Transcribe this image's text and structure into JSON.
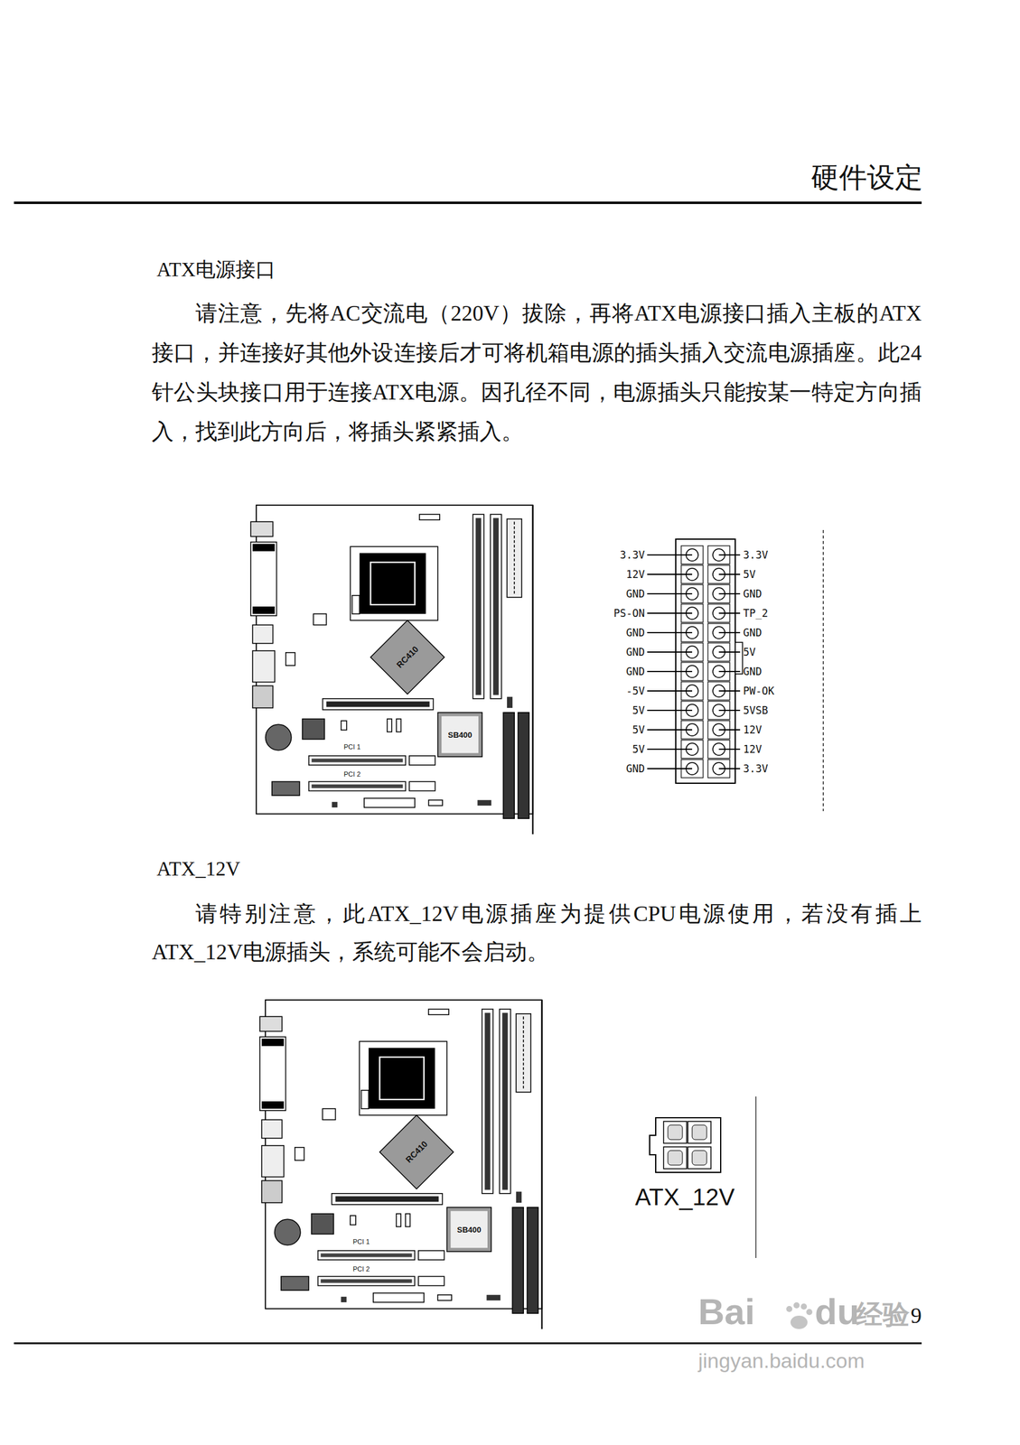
{
  "diagram": {
    "labels": [
      "硬件设定",
      "ATX电源接口",
      "请注意，先将AC交流电（220V）拔除，再将ATX电源接口插入主板的ATX接口，并连接好其他外设连接后才可将机箱电源的插头插入交流电源插座。此24针公头块接口用于连接ATX电源。因孔径不同，电源插头只能按某一特定方向插入，找到此方向后，将插头紧紧插入。",
      "RC410",
      "SB400",
      "PCI 1",
      "PCI 2",
      "3.3V",
      "12V",
      "GND",
      "PS-ON",
      "GND",
      "GND",
      "GND",
      "-5V",
      "5V",
      "5V",
      "5V",
      "GND",
      "3.3V",
      "5V",
      "GND",
      "TP_2",
      "GND",
      "5V",
      "GND",
      "PW-OK",
      "5VSB",
      "12V",
      "12V",
      "3.3V",
      "ATX_12V",
      "请特别注意，此ATX_12V电源插座为提供CPU电源使用，若没有插上ATX_12V电源插头，系统可能不会启动。",
      "RC410",
      "SB400",
      "PCI 1",
      "PCI 2",
      "ATX_12V",
      "9",
      "Bai",
      "du",
      "经验",
      "jingyan.baidu.com"
    ]
  }
}
